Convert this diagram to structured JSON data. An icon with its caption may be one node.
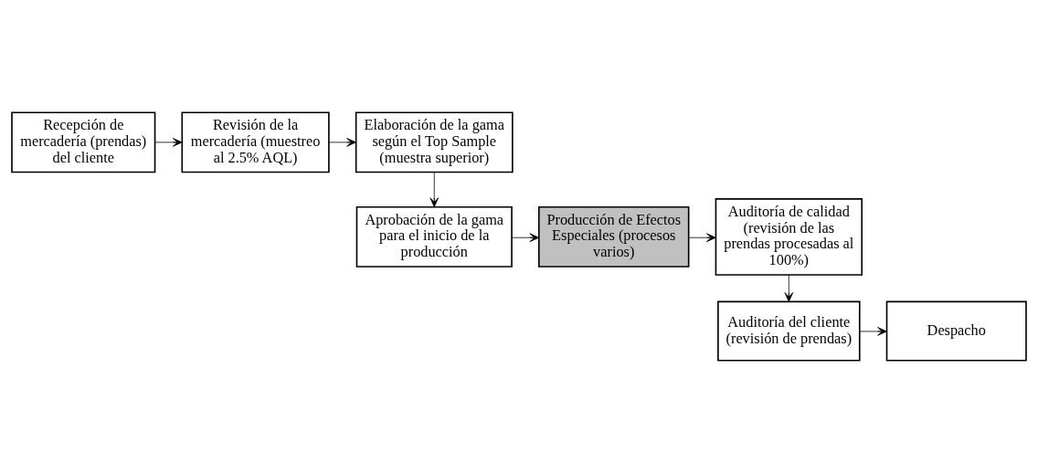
{
  "diagram": {
    "nodes": [
      {
        "text": [
          "Recepción de mercadería (prendas) del cliente"
        ]
      },
      {
        "text": [
          "Revisión de la mercadería (muestreo al 2.5% AQL)"
        ]
      },
      {
        "text": [
          "Elaboración de la gama según el Top Sample (muestra superior)"
        ]
      },
      {
        "text": [
          "Aprobación de la gama para el inicio de la producción"
        ]
      },
      {
        "text": [
          "Producción de Efectos Especiales (procesos varios)"
        ]
      },
      {
        "text": [
          "Auditoría de calidad (revisión de las prendas procesadas al 100%)"
        ]
      },
      {
        "text": [
          "Auditoría del cliente (revisión de prendas)"
        ]
      },
      {
        "text": [
          "Despacho"
        ]
      }
    ],
    "edges": [
      {
        "from": 0,
        "to": 1,
        "arrow": "to"
      },
      {
        "from": 1,
        "to": 2,
        "arrow": "to"
      },
      {
        "from": 2,
        "to": 3,
        "arrow": "to"
      },
      {
        "from": 3,
        "to": 4,
        "arrow": "to"
      },
      {
        "from": 4,
        "to": 5,
        "arrow": "to"
      },
      {
        "from": 5,
        "to": 6,
        "arrow": "to"
      },
      {
        "from": 6,
        "to": 7,
        "arrow": "to"
      }
    ]
  }
}
